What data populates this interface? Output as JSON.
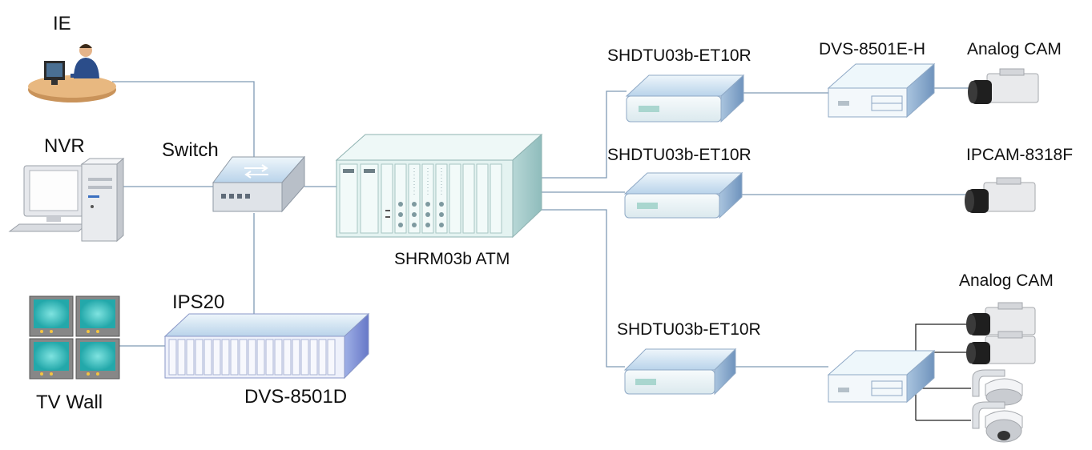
{
  "labels": {
    "ie": "IE",
    "nvr": "NVR",
    "switch": "Switch",
    "tv_wall": "TV Wall",
    "ips20": "IPS20",
    "dvs_8501d": "DVS-8501D",
    "shrm03b_atm": "SHRM03b ATM",
    "shdtu_top": "SHDTU03b-ET10R",
    "shdtu_mid": "SHDTU03b-ET10R",
    "shdtu_bottom": "SHDTU03b-ET10R",
    "dvs_8501e_h": "DVS-8501E-H",
    "analog_cam_top": "Analog CAM",
    "ipcam_8318f": "IPCAM-8318F",
    "analog_cam_bottom": "Analog CAM"
  },
  "colors": {
    "link": "#7f9ab5",
    "device_face": "#e9f5f7",
    "device_top": "#c9dfef",
    "device_side": "#8fb0cf",
    "atm_face": "#e4f3f1",
    "monitor_screen": "#36bfc0"
  },
  "icons": {
    "ie": "operator-at-desk-icon",
    "nvr": "desktop-computer-icon",
    "switch": "network-switch-icon",
    "tv_wall": "monitor-wall-icon",
    "ips20": "rack-chassis-icon",
    "atm": "atm-chassis-icon",
    "modem": "modem-icon",
    "encoder": "encoder-box-icon",
    "camera": "box-camera-icon",
    "dome": "speed-dome-camera-icon"
  }
}
